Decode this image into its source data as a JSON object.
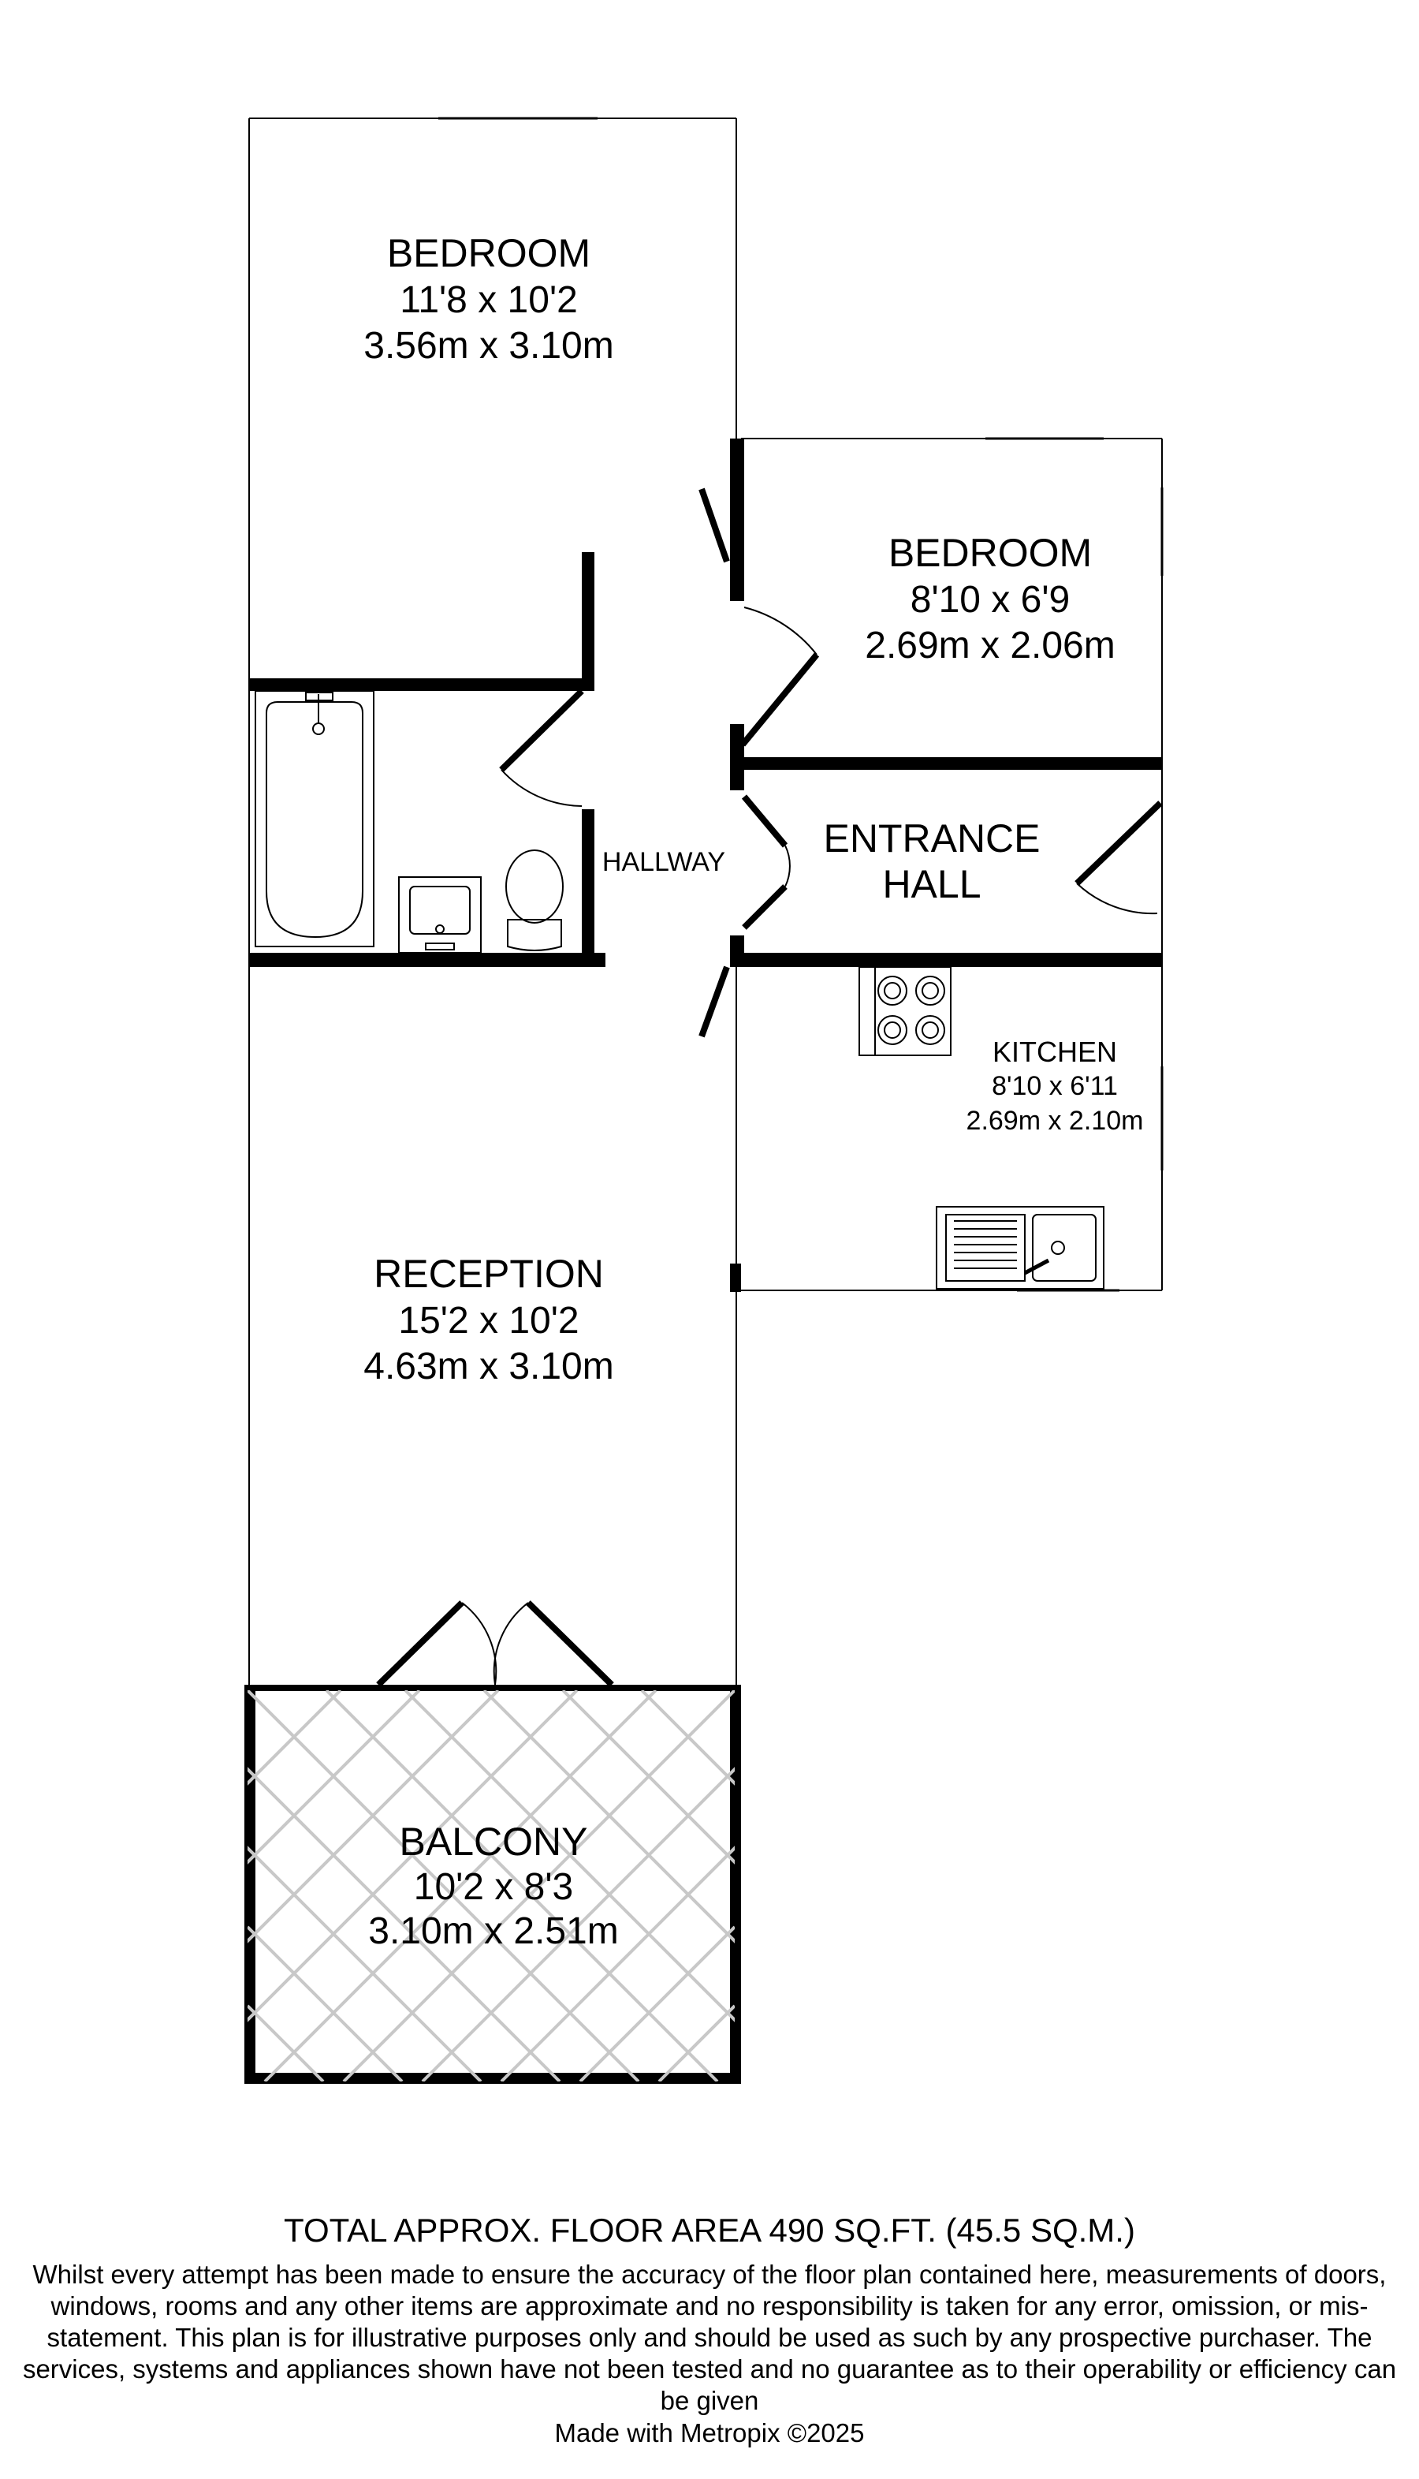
{
  "rooms": {
    "bedroom1": {
      "name": "BEDROOM",
      "imperial": "11'8 x 10'2",
      "metric": "3.56m x 3.10m"
    },
    "bedroom2": {
      "name": "BEDROOM",
      "imperial": "8'10 x 6'9",
      "metric": "2.69m x 2.06m"
    },
    "entrance_hall": {
      "line1": "ENTRANCE",
      "line2": "HALL"
    },
    "hallway": {
      "name": "HALLWAY"
    },
    "kitchen": {
      "name": "KITCHEN",
      "imperial": "8'10 x 6'11",
      "metric": "2.69m x 2.10m"
    },
    "reception": {
      "name": "RECEPTION",
      "imperial": "15'2 x 10'2",
      "metric": "4.63m x 3.10m"
    },
    "balcony": {
      "name": "BALCONY",
      "imperial": "10'2 x 8'3",
      "metric": "3.10m x 2.51m"
    }
  },
  "footer": {
    "total_area": "TOTAL APPROX. FLOOR AREA 490 SQ.FT. (45.5 SQ.M.)",
    "disclaimer": "Whilst every attempt has been made to ensure the accuracy of the floor plan contained here, measurements of doors, windows, rooms and any other items are approximate and no responsibility is taken for any error, omission, or mis-statement. This plan is for illustrative purposes only and should be used as such by any prospective purchaser. The services, systems and appliances shown have not been tested and no guarantee as to their operability or efficiency can be given",
    "credit": "Made with Metropix ©2025"
  },
  "icons": {
    "hob": "hob-icon",
    "sink": "sink-icon",
    "bath": "bath-icon",
    "toilet": "toilet-icon",
    "basin": "basin-icon"
  },
  "colors": {
    "wall": "#000000",
    "background": "#ffffff",
    "lattice": "#c8c8c8"
  }
}
